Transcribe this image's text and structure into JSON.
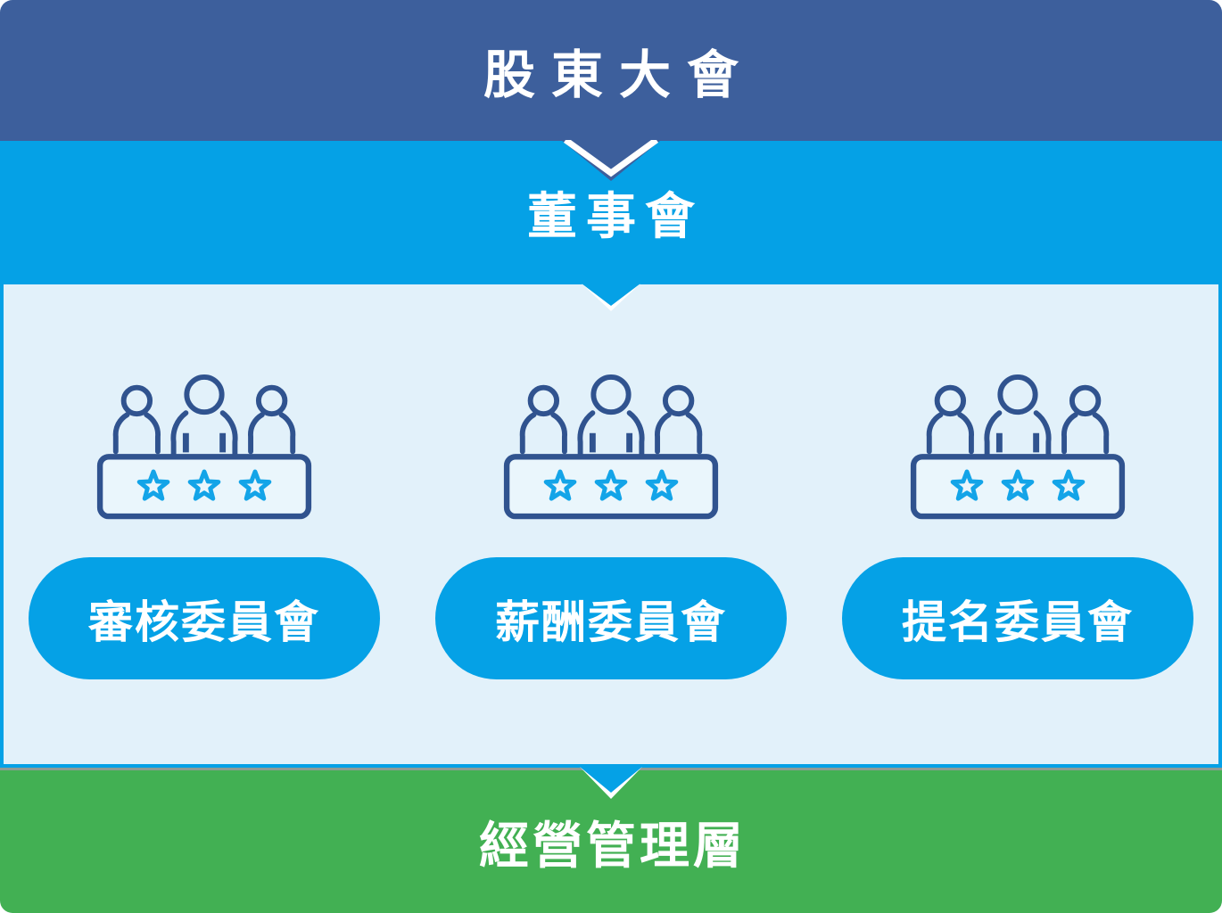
{
  "diagram": {
    "title_hierarchy": "corporate-governance-structure",
    "levels": {
      "shareholders": {
        "label": "股東大會"
      },
      "board": {
        "label": "董事會"
      },
      "management": {
        "label": "經營管理層"
      }
    },
    "committees": [
      {
        "label": "審核委員會",
        "icon": "three-members-with-rating-stars",
        "stars": 3
      },
      {
        "label": "薪酬委員會",
        "icon": "three-members-with-rating-stars",
        "stars": 3
      },
      {
        "label": "提名委員會",
        "icon": "three-members-with-rating-stars",
        "stars": 3
      }
    ],
    "arrows": [
      {
        "from": "shareholders",
        "to": "board",
        "icon": "down-arrow"
      },
      {
        "from": "board",
        "to": "committees",
        "icon": "down-arrow"
      },
      {
        "from": "committees",
        "to": "management",
        "icon": "down-arrow"
      }
    ],
    "colors": {
      "dark_blue": "#3D5F9C",
      "cyan": "#05A1E6",
      "green": "#42B053",
      "panel_bg": "#E2F1FA",
      "panel_inner": "#EAF6FC",
      "icon_stroke": "#30538F",
      "star_stroke": "#13A4E8",
      "white": "#FFFFFF",
      "shadow_gray": "#8F9B95"
    }
  }
}
